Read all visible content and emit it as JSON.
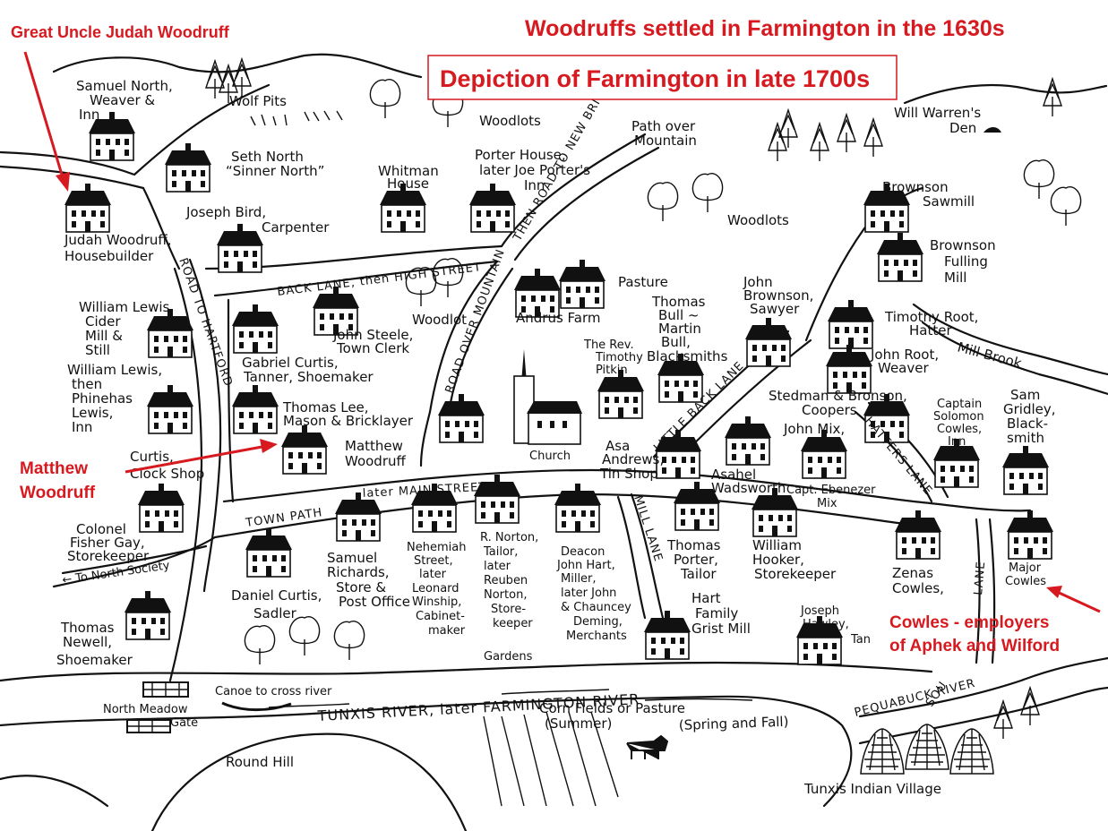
{
  "annotations": {
    "top_left": "Great Uncle Judah Woodruff",
    "top_right": "Woodruffs settled in Farmington in the 1630s",
    "box_title": "Depiction of Farmington in late 1700s",
    "matthew_line1": "Matthew",
    "matthew_line2": "Woodruff",
    "cowles_line1": "Cowles  - employers",
    "cowles_line2": "of Aphek and Wilford",
    "accent_color": "#d71920"
  },
  "places": {
    "samuel_north": [
      "Samuel North,",
      "Weaver &",
      "Inn"
    ],
    "wolf_pits": "Wolf Pits",
    "seth_north": [
      "Seth North",
      "“Sinner North”"
    ],
    "joseph_bird": [
      "Joseph Bird,",
      "Carpenter"
    ],
    "judah": [
      "Judah Woodruff,",
      "Housebuilder"
    ],
    "whitman": [
      "Whitman",
      "House"
    ],
    "porter_house": [
      "Porter House,",
      "later Joe Porter's",
      "Inn"
    ],
    "woodlots_top": "Woodlots",
    "path_over": [
      "Path over",
      "Mountain"
    ],
    "will_warren": [
      "Will Warren's",
      "Den"
    ],
    "woodlots_mid": "Woodlots",
    "brownson_sawmill": [
      "Brownson",
      "Sawmill"
    ],
    "brownson_fulling": [
      "Brownson",
      "Fulling",
      "Mill"
    ],
    "william_lewis_cider": [
      "William Lewis,",
      "Cider",
      "Mill &",
      "Still"
    ],
    "william_lewis_inn": [
      "William Lewis,",
      "then",
      "Phinehas",
      "Lewis,",
      "Inn"
    ],
    "gabriel": [
      "Gabriel Curtis,",
      "Tanner, Shoemaker"
    ],
    "john_steele": [
      "John Steele,",
      "Town Clerk"
    ],
    "woodlot": "Woodlot",
    "andrus": "Andrus Farm",
    "pasture": "Pasture",
    "thomas_bull": [
      "Thomas",
      "Bull ~",
      "Martin",
      "Bull,",
      "Blacksmiths"
    ],
    "john_brownson": [
      "John",
      "Brownson,",
      "Sawyer"
    ],
    "timothy_root": [
      "Timothy Root,",
      "Hatter"
    ],
    "john_root": [
      "John Root,",
      "Weaver"
    ],
    "mill_brook": "Mill Brook",
    "rev_pitkin": [
      "The Rev.",
      "Timothy",
      "Pitkin"
    ],
    "thomas_lee": [
      "Thomas Lee,",
      "Mason & Bricklayer"
    ],
    "matthew_woodruff": [
      "Matthew",
      "Woodruff"
    ],
    "church": "Church",
    "asa_andrews": [
      "Asa",
      "Andrews,",
      "Tin Shop"
    ],
    "stedman": [
      "Stedman & Bronson,",
      "Coopers"
    ],
    "john_mix": "John Mix,",
    "capt_cowles": [
      "Captain",
      "Solomon",
      "Cowles,",
      "Inn"
    ],
    "sam_gridley": [
      "Sam",
      "Gridley,",
      "Black-",
      "smith"
    ],
    "curtis_clock": [
      "Curtis,",
      "Clock Shop"
    ],
    "asahel": [
      "Asahel",
      "Wadsworth"
    ],
    "capt_ebenezer": [
      "Capt. Ebenezer",
      "Mix"
    ],
    "colonel_fisher": [
      "Colonel",
      "Fisher Gay,",
      "Storekeeper"
    ],
    "to_north": "← To North Society",
    "daniel_curtis": [
      "Daniel Curtis,",
      "Sadler"
    ],
    "samuel_richards": [
      "Samuel",
      "Richards,",
      "Store &",
      "Post Office"
    ],
    "nehemiah": [
      "Nehemiah",
      "Street,",
      "later",
      "Leonard",
      "Winship,",
      "Cabinet-",
      "maker"
    ],
    "r_norton": [
      "R. Norton,",
      "Tailor,",
      "later",
      "Reuben",
      "Norton,",
      "Store-",
      "keeper"
    ],
    "deacon_hart": [
      "Deacon",
      "John Hart,",
      "Miller,",
      "later John",
      "& Chauncey",
      "Deming,",
      "Merchants"
    ],
    "thomas_porter": [
      "Thomas",
      "Porter,",
      "Tailor"
    ],
    "william_hooker": [
      "William",
      "Hooker,",
      "Storekeeper"
    ],
    "zenas_cowles": [
      "Zenas",
      "Cowles,"
    ],
    "major_cowles": [
      "Major",
      "Cowles"
    ],
    "hart_grist": [
      "Hart",
      "Family",
      "Grist Mill"
    ],
    "joseph_hawley": [
      "Joseph",
      "Hawley,",
      "Tan"
    ],
    "thomas_newell": [
      "Thomas",
      "Newell,",
      "Shoemaker"
    ],
    "gardens": "Gardens",
    "canoe": "Canoe to cross river",
    "north_meadow": [
      "North Meadow",
      "Gate"
    ],
    "corn_fields": [
      "Corn Fields or Pasture",
      "(Summer)"
    ],
    "spring_fall": "(Spring and Fall)",
    "round_hill": "Round Hill",
    "tunxis_village": "Tunxis Indian Village"
  },
  "roads": {
    "back_lane": "BACK LANE, then HIGH STREET",
    "road_hartford": "ROAD TO HARTFORD",
    "road_new_britain": "THEN ROAD TO NEW BRITAIN",
    "road_mountain": "ROAD OVER MOUNTAIN",
    "little_back_lane": "LITTLE BACK LANE",
    "hatters_lane": "HATTERS LANE",
    "main_street": "later MAIN STREET",
    "town_path": "TOWN PATH",
    "mill_lane": "MILL LANE",
    "lane": "LANE",
    "tunxis_river": "TUNXIS RIVER, later FARMINGTON RIVER",
    "pequabuck": "PEQUABUCK RIVER",
    "sou": "SOU"
  }
}
